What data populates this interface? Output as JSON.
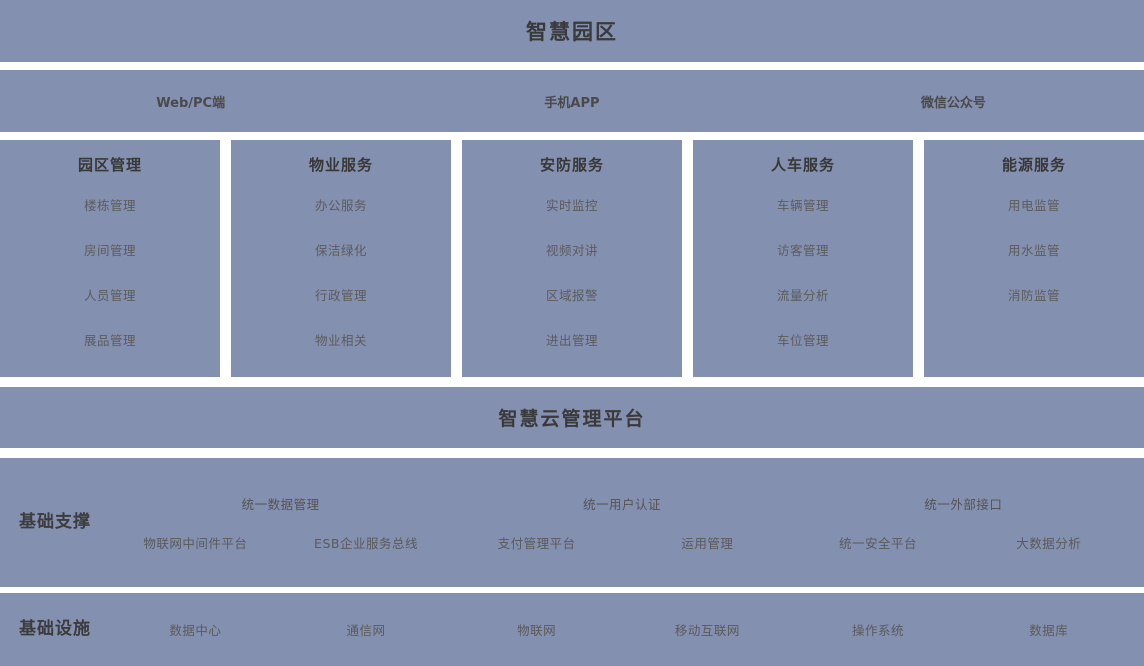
{
  "colors": {
    "band": "#8490b0",
    "background": "#ffffff",
    "title_text": "#3a3a3a",
    "item_text": "#5a5a5a"
  },
  "title": {
    "text": "智慧园区"
  },
  "channels": [
    {
      "label": "Web/PC端"
    },
    {
      "label": "手机APP"
    },
    {
      "label": "微信公众号"
    }
  ],
  "cards": [
    {
      "title": "园区管理",
      "items": [
        "楼栋管理",
        "房间管理",
        "人员管理",
        "展品管理"
      ]
    },
    {
      "title": "物业服务",
      "items": [
        "办公服务",
        "保洁绿化",
        "行政管理",
        "物业相关"
      ]
    },
    {
      "title": "安防服务",
      "items": [
        "实时监控",
        "视频对讲",
        "区域报警",
        "进出管理"
      ]
    },
    {
      "title": "人车服务",
      "items": [
        "车辆管理",
        "访客管理",
        "流量分析",
        "车位管理"
      ]
    },
    {
      "title": "能源服务",
      "items": [
        "用电监管",
        "用水监管",
        "消防监管"
      ]
    }
  ],
  "platform": {
    "text": "智慧云管理平台"
  },
  "support": {
    "label": "基础支撑",
    "top_row": [
      "统一数据管理",
      "统一用户认证",
      "统一外部接口"
    ],
    "bottom_row": [
      "物联网中间件平台",
      "ESB企业服务总线",
      "支付管理平台",
      "运用管理",
      "统一安全平台",
      "大数据分析"
    ]
  },
  "infrastructure": {
    "label": "基础设施",
    "items": [
      "数据中心",
      "通信网",
      "物联网",
      "移动互联网",
      "操作系统",
      "数据库"
    ]
  }
}
